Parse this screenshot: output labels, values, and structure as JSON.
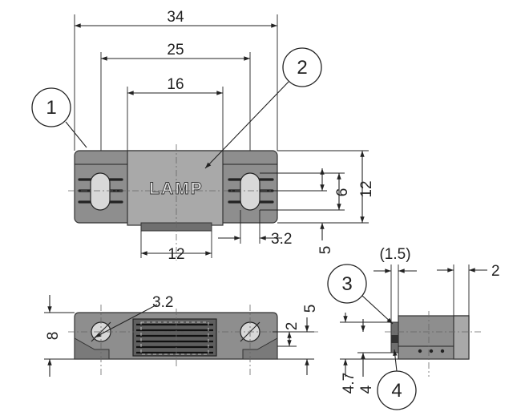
{
  "top_view": {
    "dims": {
      "d34": "34",
      "d25": "25",
      "d16": "16",
      "d12_bottom": "12",
      "d3_2": "3.2",
      "d5": "5",
      "d6": "6",
      "d12_right": "12"
    },
    "brand": "LAMP"
  },
  "bottom_view": {
    "dims": {
      "d3_2": "3.2",
      "d8": "8",
      "d5": "5",
      "d2": "2"
    }
  },
  "side_view": {
    "dims": {
      "d1_5": "(1.5)",
      "d2": "2",
      "d4_7": "4.7",
      "d4": "4"
    }
  },
  "callouts": [
    "1",
    "2",
    "3",
    "4"
  ]
}
